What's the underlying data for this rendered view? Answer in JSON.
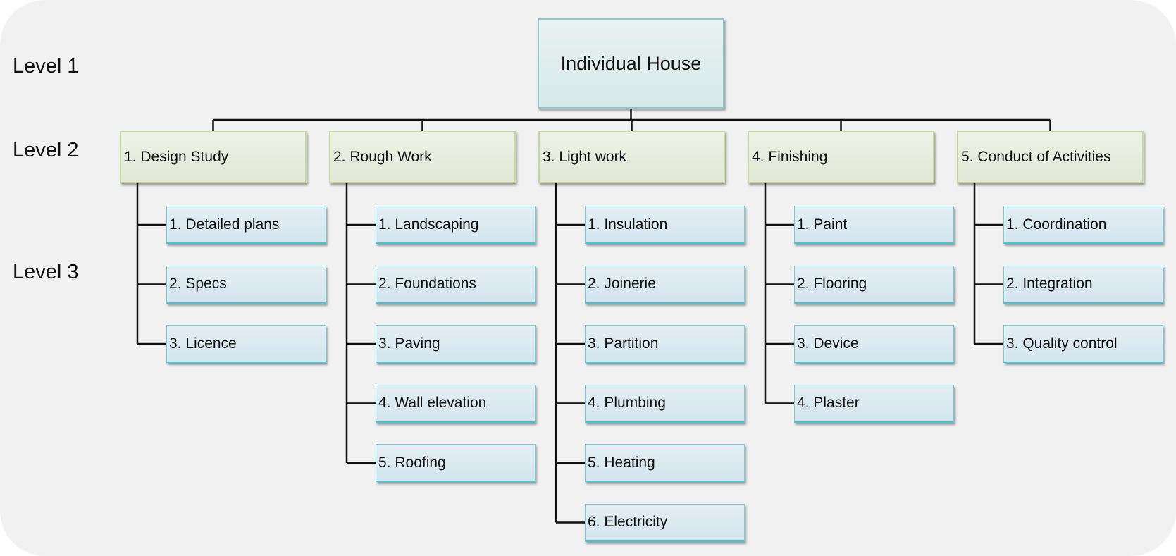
{
  "levels": [
    "Level 1",
    "Level 2",
    "Level 3"
  ],
  "root": "Individual House",
  "branches": [
    {
      "label": "1. Design Study",
      "children": [
        "1. Detailed plans",
        "2. Specs",
        "3. Licence"
      ]
    },
    {
      "label": "2. Rough Work",
      "children": [
        "1. Landscaping",
        "2. Foundations",
        "3. Paving",
        "4. Wall elevation",
        "5. Roofing"
      ]
    },
    {
      "label": "3. Light work",
      "children": [
        "1. Insulation",
        "2. Joinerie",
        "3. Partition",
        "4. Plumbing",
        "5. Heating",
        "6. Electricity"
      ]
    },
    {
      "label": "4. Finishing",
      "children": [
        "1. Paint",
        "2. Flooring",
        "3. Device",
        "4. Plaster"
      ]
    },
    {
      "label": "5. Conduct of Activities",
      "children": [
        "1. Coordination",
        "2. Integration",
        "3. Quality control"
      ]
    }
  ],
  "colors": {
    "root_fill": "#dbeaea",
    "level2_fill": "#e6ebdb",
    "level3_fill": "#d9e8f0",
    "connector": "#111111"
  }
}
